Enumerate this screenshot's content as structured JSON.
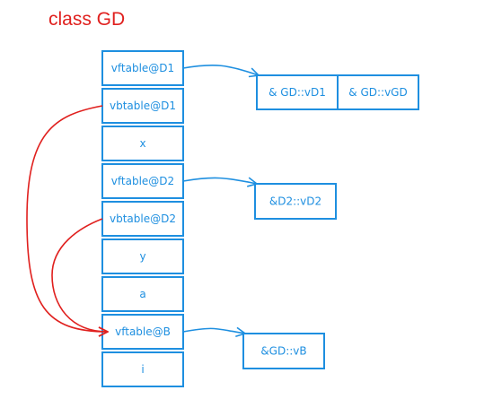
{
  "title": "class GD",
  "colors": {
    "title": "#e0201e",
    "box": "#1e8fe0",
    "pointer_arrow": "#e0201e"
  },
  "layout_column": [
    {
      "id": "vftable-d1",
      "label": "vftable@D1"
    },
    {
      "id": "vbtable-d1",
      "label": "vbtable@D1"
    },
    {
      "id": "x",
      "label": "x"
    },
    {
      "id": "vftable-d2",
      "label": "vftable@D2"
    },
    {
      "id": "vbtable-d2",
      "label": "vbtable@D2"
    },
    {
      "id": "y",
      "label": "y"
    },
    {
      "id": "a",
      "label": "a"
    },
    {
      "id": "vftable-b",
      "label": "vftable@B"
    },
    {
      "id": "i",
      "label": "i"
    }
  ],
  "vtables": [
    {
      "id": "table-d1",
      "from": "vftable-d1",
      "entries": [
        "& GD::vD1",
        "& GD::vGD"
      ]
    },
    {
      "id": "table-d2",
      "from": "vftable-d2",
      "entries": [
        "&D2::vD2"
      ]
    },
    {
      "id": "table-b",
      "from": "vftable-b",
      "entries": [
        "&GD::vB"
      ]
    }
  ],
  "pointer_arrows": [
    {
      "from": "vbtable-d1",
      "to": "vftable-b"
    },
    {
      "from": "vbtable-d2",
      "to": "vftable-b"
    }
  ]
}
